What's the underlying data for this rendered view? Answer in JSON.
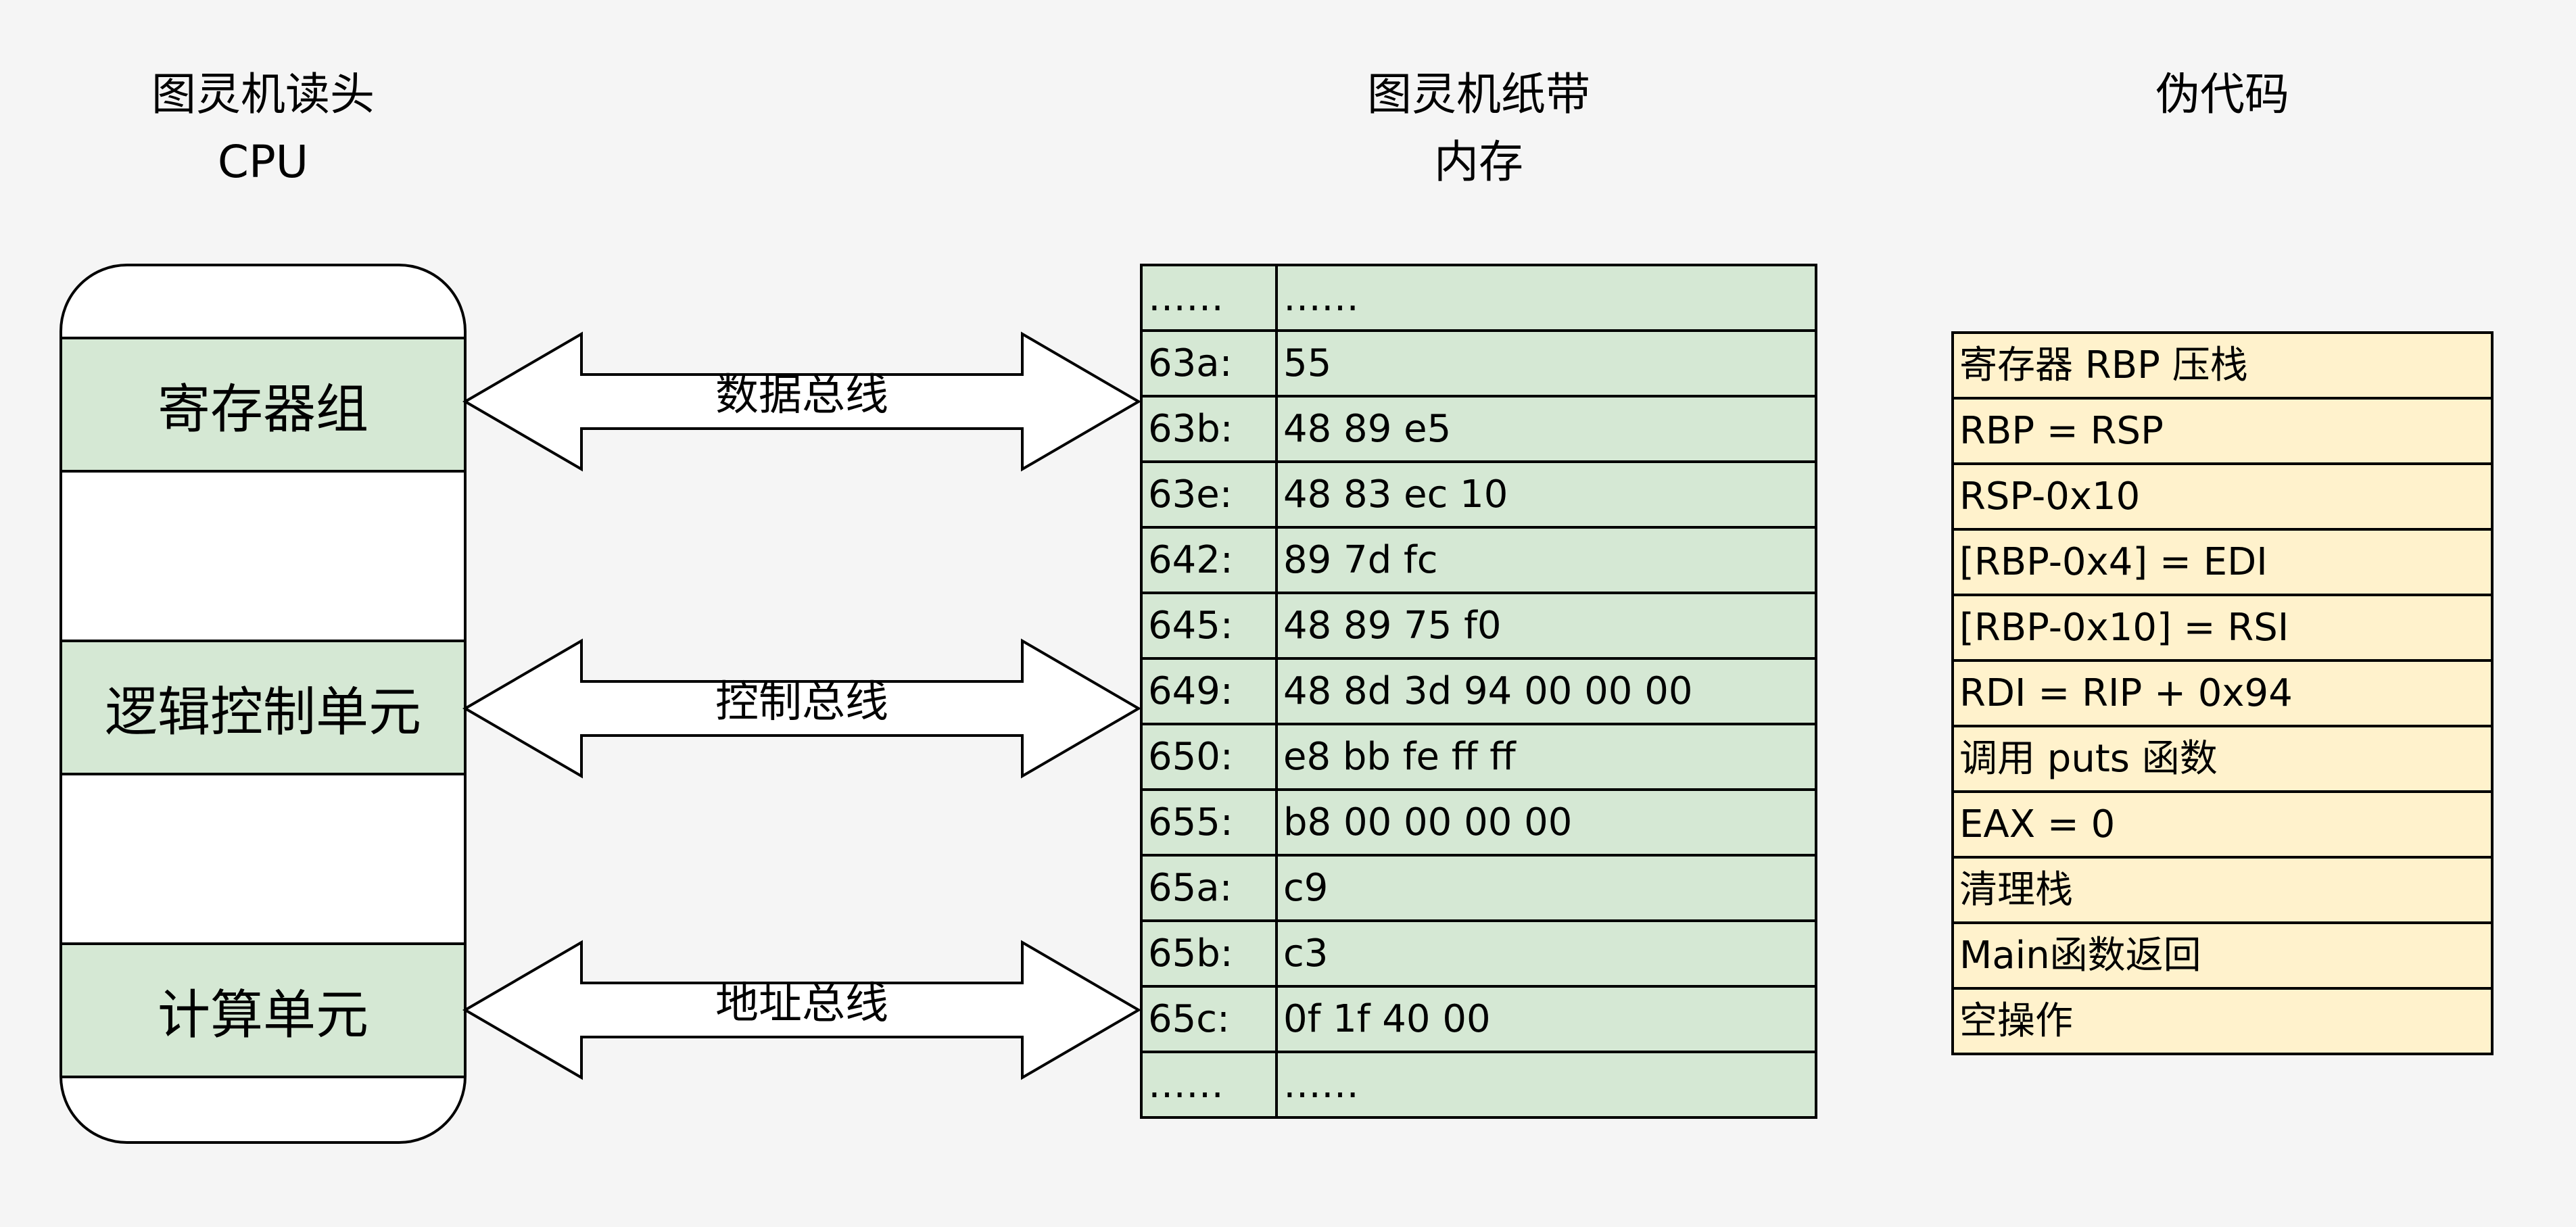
{
  "headings": {
    "cpu": {
      "line1": "图灵机读头",
      "line2": "CPU"
    },
    "memory": {
      "line1": "图灵机纸带",
      "line2": "内存"
    },
    "pseudo": {
      "line1": "伪代码"
    }
  },
  "cpu_units": {
    "registers": "寄存器组",
    "control": "逻辑控制单元",
    "alu": "计算单元"
  },
  "buses": {
    "data": "数据总线",
    "control": "控制总线",
    "address": "地址总线"
  },
  "memory_rows": [
    {
      "addr": "……",
      "bytes": "……"
    },
    {
      "addr": "63a:",
      "bytes": "55"
    },
    {
      "addr": "63b:",
      "bytes": "48 89 e5"
    },
    {
      "addr": "63e:",
      "bytes": "48 83 ec 10"
    },
    {
      "addr": "642:",
      "bytes": "89 7d fc"
    },
    {
      "addr": "645:",
      "bytes": "48 89 75 f0"
    },
    {
      "addr": "649:",
      "bytes": "48 8d 3d 94 00 00 00"
    },
    {
      "addr": "650:",
      "bytes": "e8 bb fe ff ff"
    },
    {
      "addr": "655:",
      "bytes": "b8 00 00 00 00"
    },
    {
      "addr": "65a:",
      "bytes": "c9"
    },
    {
      "addr": "65b:",
      "bytes": "c3"
    },
    {
      "addr": "65c:",
      "bytes": "0f 1f 40 00"
    },
    {
      "addr": "……",
      "bytes": "……"
    }
  ],
  "pseudo_rows": [
    "寄存器 RBP 压栈",
    "RBP = RSP",
    "RSP-0x10",
    "[RBP-0x4] = EDI",
    "[RBP-0x10] = RSI",
    "RDI = RIP + 0x94",
    "调用 puts 函数",
    "EAX = 0",
    "清理栈",
    "Main函数返回",
    "空操作"
  ],
  "colors": {
    "green_fill": "#d5e8d4",
    "yellow_fill": "#fff2cc",
    "background": "#f5f5f5"
  }
}
